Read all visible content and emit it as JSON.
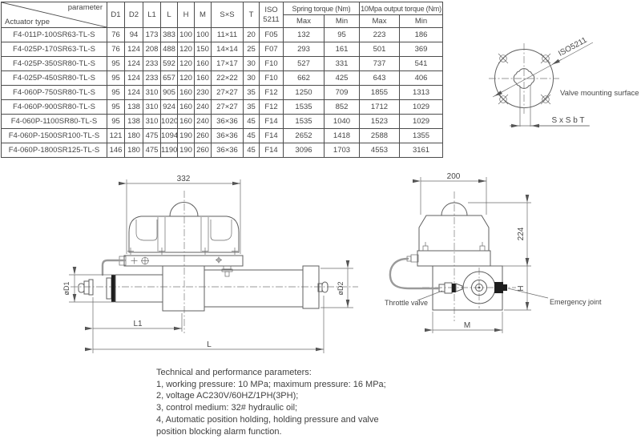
{
  "table": {
    "corner": {
      "top": "parameter",
      "bottom": "Actuator type"
    },
    "columns": [
      "D1",
      "D2",
      "L1",
      "L",
      "H",
      "M",
      "S×S",
      "T"
    ],
    "iso": {
      "line1": "ISO",
      "line2": "5211"
    },
    "groups": [
      "Spring torque (Nm)",
      "10Mpa output torque (Nm)"
    ],
    "subs": [
      "Max",
      "Min",
      "Max",
      "Min"
    ],
    "rows": [
      [
        "F4-011P-100SR63-TL-S",
        "76",
        "94",
        "173",
        "383",
        "100",
        "100",
        "11×11",
        "20",
        "F05",
        "132",
        "95",
        "223",
        "186"
      ],
      [
        "F4-025P-170SR63-TL-S",
        "76",
        "124",
        "208",
        "488",
        "120",
        "150",
        "14×14",
        "25",
        "F07",
        "293",
        "161",
        "501",
        "369"
      ],
      [
        "F4-025P-350SR80-TL-S",
        "95",
        "124",
        "233",
        "592",
        "120",
        "160",
        "17×17",
        "30",
        "F10",
        "527",
        "331",
        "737",
        "541"
      ],
      [
        "F4-025P-450SR80-TL-S",
        "95",
        "124",
        "233",
        "657",
        "120",
        "160",
        "22×22",
        "30",
        "F10",
        "662",
        "425",
        "643",
        "406"
      ],
      [
        "F4-060P-750SR80-TL-S",
        "95",
        "124",
        "310",
        "905",
        "160",
        "230",
        "27×27",
        "35",
        "F12",
        "1250",
        "709",
        "1855",
        "1313"
      ],
      [
        "F4-060P-900SR80-TL-S",
        "95",
        "138",
        "310",
        "924",
        "160",
        "240",
        "27×27",
        "35",
        "F12",
        "1535",
        "852",
        "1712",
        "1029"
      ],
      [
        "F4-060P-1100SR80-TL-S",
        "95",
        "138",
        "310",
        "1020",
        "160",
        "240",
        "36×36",
        "45",
        "F14",
        "1535",
        "1040",
        "1523",
        "1029"
      ],
      [
        "F4-060P-1500SR100-TL-S",
        "121",
        "180",
        "475",
        "1094",
        "190",
        "260",
        "36×36",
        "45",
        "F14",
        "2652",
        "1418",
        "2588",
        "1355"
      ],
      [
        "F4-060P-1800SR125-TL-S",
        "146",
        "180",
        "475",
        "1190",
        "190",
        "260",
        "36×36",
        "45",
        "F14",
        "3096",
        "1703",
        "4553",
        "3161"
      ]
    ]
  },
  "flange_view": {
    "iso_label": "ISO5211",
    "surface_label": "Valve mounting surface",
    "dim_label": "S x S b T"
  },
  "side_view": {
    "dim_width": "332",
    "dim_d1": "øD1",
    "dim_d2": "øD2",
    "dim_l1": "L1",
    "dim_l": "L"
  },
  "end_view": {
    "dim_width": "200",
    "dim_height_upper": "224",
    "dim_height_lower": "H",
    "dim_width_lower": "M",
    "throttle_label": "Throttle valve",
    "emergency_label": "Emergency joint"
  },
  "notes": {
    "title": "Technical and performance parameters:",
    "lines": [
      "1, working pressure: 10 MPa; maximum pressure: 16 MPa;",
      "2, voltage AC230V/60HZ/1PH(3PH);",
      "3, control medium: 32# hydraulic oil;",
      "4, Automatic position holding, holding pressure and valve",
      "position blocking alarm function."
    ]
  },
  "colors": {
    "line": "#5f5f5f",
    "text": "#474747",
    "table_border": "#4c4c4c"
  }
}
